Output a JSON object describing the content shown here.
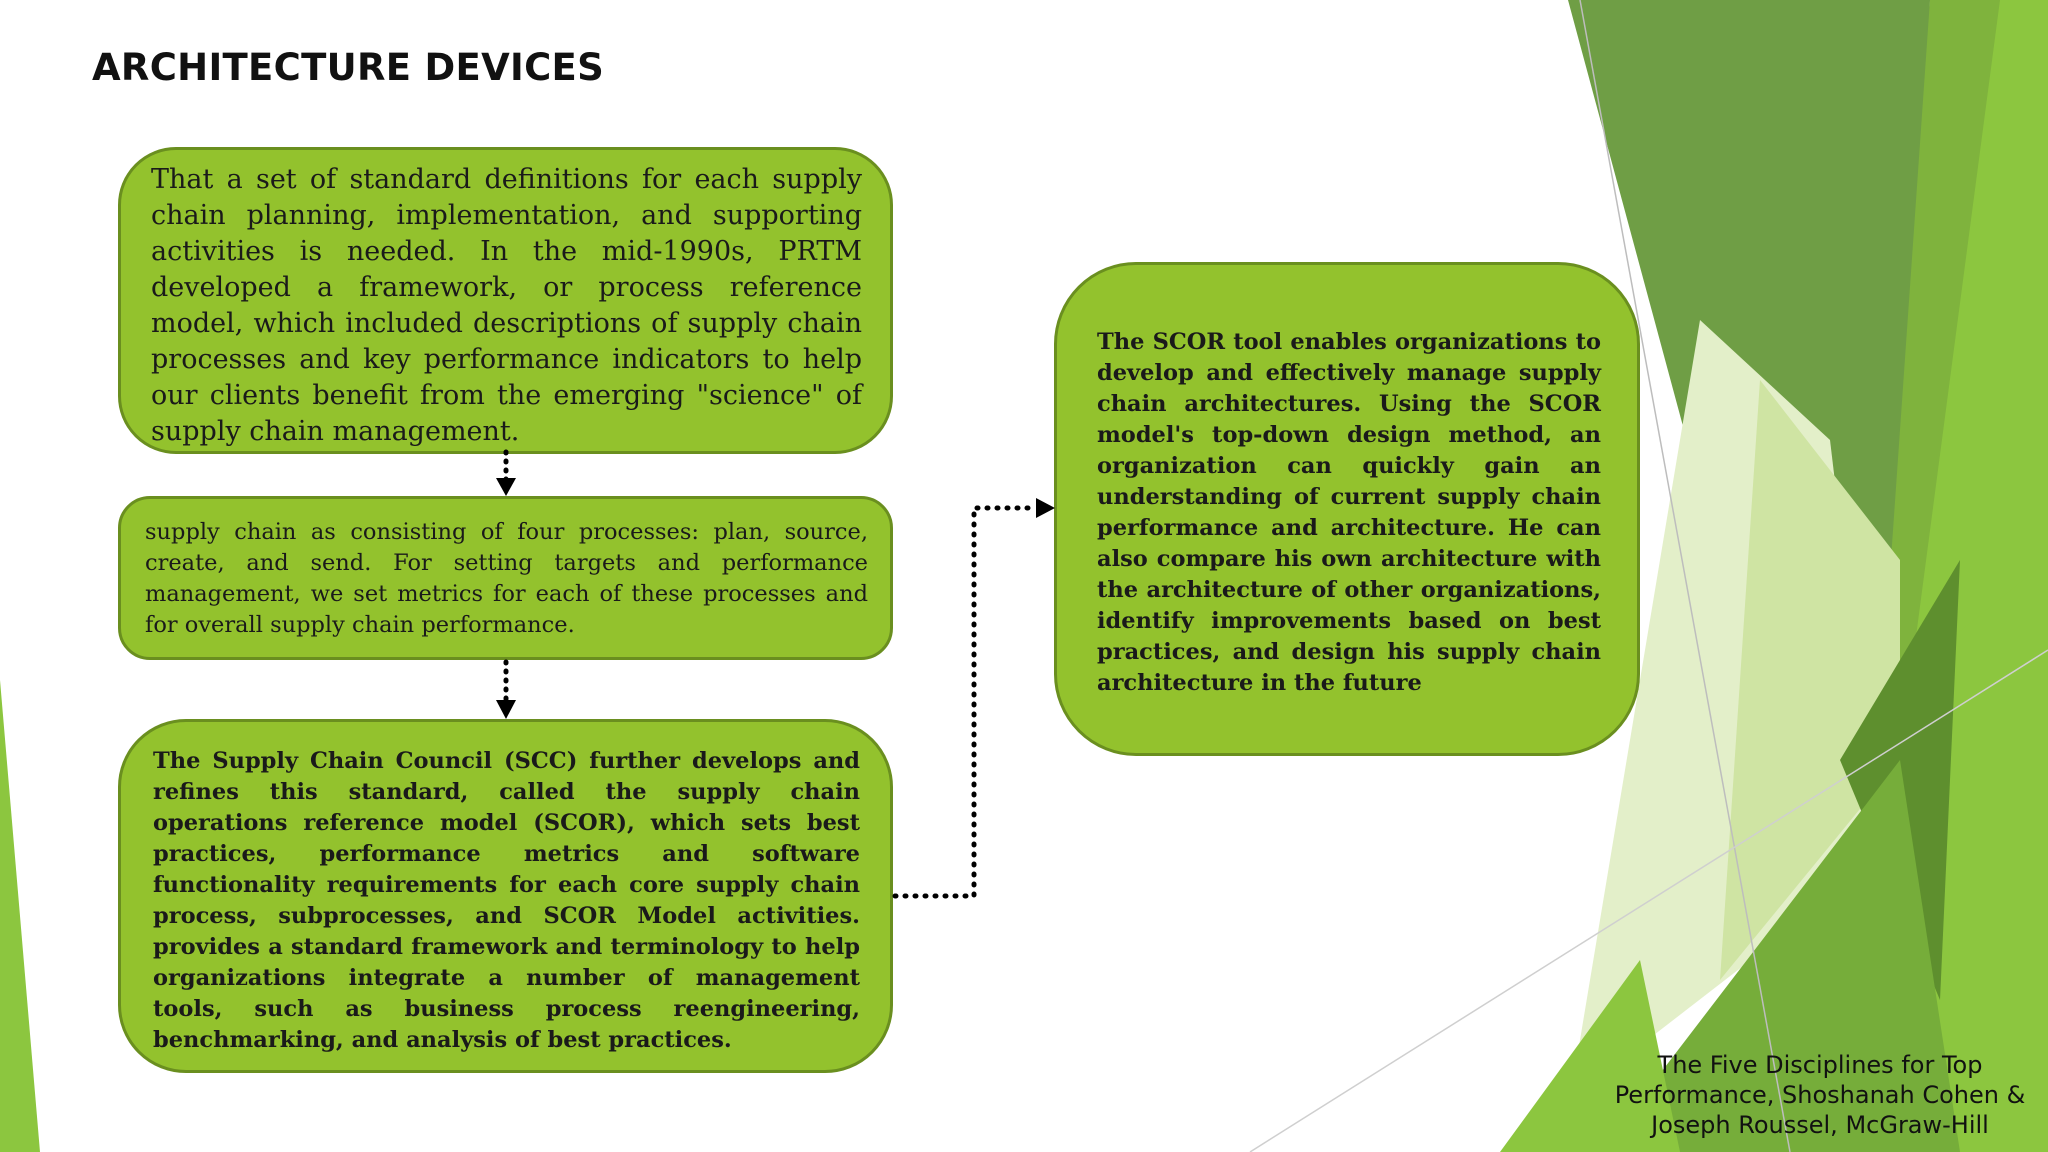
{
  "slide": {
    "title": "ARCHITECTURE DEVICES",
    "boxes": {
      "definitions": "That a set of standard definitions for each supply chain planning, implementation, and supporting activities is needed. In the mid-1990s, PRTM developed a framework, or process reference model, which included descriptions of supply chain processes and key performance indicators to help our clients benefit from the emerging \"science\" of supply chain management.",
      "four_processes": "supply chain as consisting of four processes: plan, source, create, and send. For setting targets and performance management, we set metrics for each of these processes and for overall supply chain performance.",
      "scc": "The Supply Chain Council (SCC) further develops and refines this standard, called the supply chain operations reference model (SCOR), which sets best practices, performance metrics and software functionality requirements for each core supply chain process, subprocesses, and SCOR Model activities. provides a standard framework and terminology to help organizations integrate a number of management tools, such as business process reengineering, benchmarking, and analysis of best practices.",
      "scor_tool": "The SCOR tool enables organizations to develop and effectively manage supply chain architectures. Using the SCOR model's top-down design method, an organization can quickly gain an understanding of current supply chain performance and architecture. He can also compare his own architecture with the architecture of other organizations, identify improvements based on best practices, and design his supply chain architecture in the future"
    },
    "citation": {
      "line1": "The Five Disciplines for Top",
      "line2": "Performance, Shoshanah Cohen &",
      "line3": "Joseph Roussel, McGraw-Hill"
    }
  },
  "colors": {
    "box_fill": "#93c22d",
    "box_border": "#6a8f1f",
    "connector": "#000000",
    "decor_dark": "#6f9e45",
    "decor_bright": "#8cc63f",
    "decor_pale": "#dbe9b8"
  }
}
